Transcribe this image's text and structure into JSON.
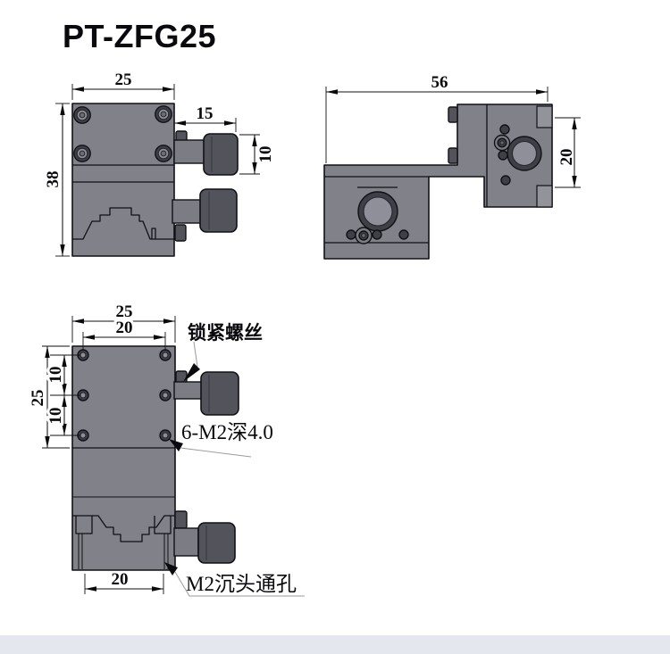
{
  "title": "PT-ZFG25",
  "drawing": {
    "front_view": {
      "width": "25",
      "height": "38",
      "knob_offset": "15",
      "knob_diameter": "10"
    },
    "top_view": {
      "width": "56",
      "depth": "20"
    },
    "detail_view": {
      "plate_width": "25",
      "hole_span": "20",
      "plate_height": "25",
      "hole_pitch_top": "10",
      "hole_pitch_bottom": "10",
      "base_span": "20"
    },
    "labels": {
      "lock_screw": "锁紧螺丝",
      "tapped_holes": "6-M2深4.0",
      "counterbore_hole": "M2沉头通孔"
    }
  },
  "colors": {
    "body": "#81818a",
    "dark_part": "#53535c",
    "ring": "#3f3f47",
    "bore": "#8f8f99",
    "outline": "#111116",
    "leader": "#9a9aa0",
    "page_edge": "#e4e7ee"
  }
}
